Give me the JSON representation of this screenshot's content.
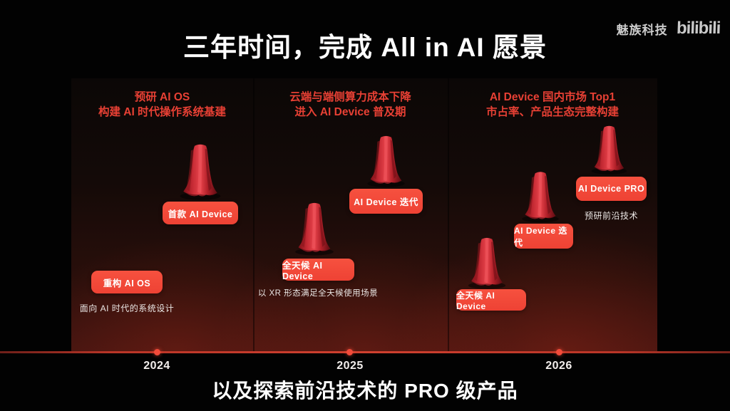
{
  "slide": {
    "title": "三年时间，完成 All in AI 愿景",
    "subtitle": "以及探索前沿技术的 PRO 级产品",
    "brands": {
      "meizu": "魅族科技",
      "bilibili": "bilibili"
    },
    "timeline": {
      "years": [
        "2024",
        "2025",
        "2026"
      ]
    },
    "columns": [
      {
        "heading": [
          "预研 AI OS",
          "构建 AI 时代操作系统基建"
        ],
        "buttons": [
          "首款 AI Device",
          "重构 AI OS"
        ],
        "caption": "面向 AI 时代的系统设计"
      },
      {
        "heading": [
          "云端与端侧算力成本下降",
          "进入 AI Device 普及期"
        ],
        "buttons": [
          "AI Device 迭代",
          "全天候 AI Device"
        ],
        "caption": "以 XR 形态满足全天候使用场景"
      },
      {
        "heading": [
          "AI Device 国内市场 Top1",
          "市占率、产品生态完整构建"
        ],
        "buttons": [
          "AI Device PRO",
          "AI Device 迭代",
          "全天候 AI Device"
        ],
        "caption": "预研前沿技术"
      }
    ],
    "colors": {
      "accent_red": "#e74034",
      "button_red": "#f24b3c",
      "timeline_red": "#d0402f",
      "panel_glow": "#421410"
    }
  }
}
